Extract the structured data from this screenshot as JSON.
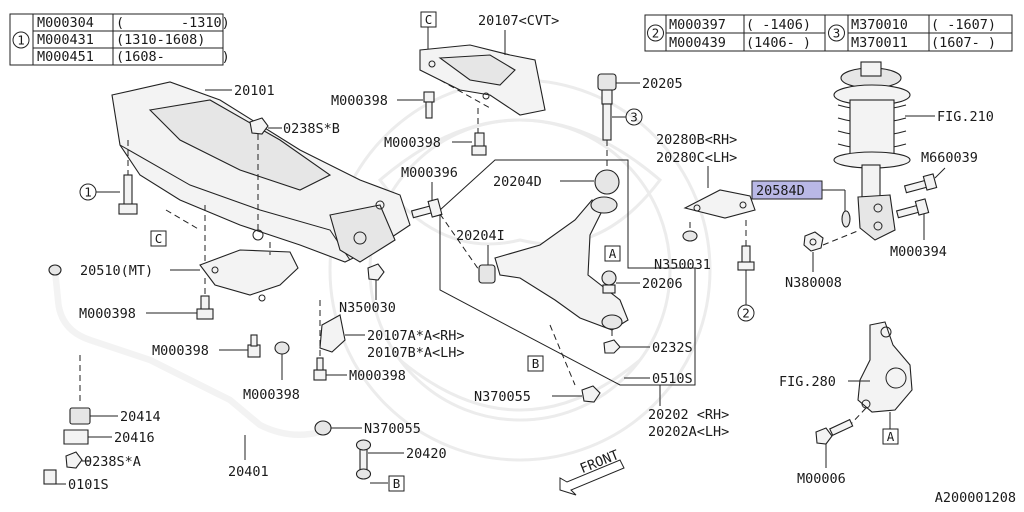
{
  "table_left": {
    "callout": "1",
    "rows": [
      {
        "part": "M000304",
        "range": "(       -1310)"
      },
      {
        "part": "M000431",
        "range": "(1310-1608)"
      },
      {
        "part": "M000451",
        "range": "(1608-       )"
      }
    ]
  },
  "table_right": {
    "group2": {
      "callout": "2",
      "rows": [
        {
          "part": "M000397",
          "range": "( -1406)"
        },
        {
          "part": "M000439",
          "range": "(1406- )"
        }
      ]
    },
    "group3": {
      "callout": "3",
      "rows": [
        {
          "part": "M370010",
          "range": "( -1607)"
        },
        {
          "part": "M370011",
          "range": "(1607- )"
        }
      ]
    }
  },
  "labels": {
    "p20101": "20101",
    "p0238sb": "0238S*B",
    "pC_top": "C",
    "p20107cvt": "20107<CVT>",
    "pM000398_a": "M000398",
    "pM000398_b": "M000398",
    "p20205": "20205",
    "c3": "3",
    "p20280b": "20280B<RH>",
    "p20280c": "20280C<LH>",
    "pFIG210": "FIG.210",
    "pM660039": "M660039",
    "p20584d": "20584D",
    "pM000394": "M000394",
    "pN380008": "N380008",
    "pN350031": "N350031",
    "pM000396": "M000396",
    "p20204d": "20204D",
    "p20204i": "20204I",
    "pA_mid": "A",
    "p20206": "20206",
    "c1": "1",
    "pC_left": "C",
    "p20510mt": "20510(MT)",
    "pN350030": "N350030",
    "pM000398_c": "M000398",
    "p20107aa": "20107A*A<RH>",
    "p20107ba": "20107B*A<LH>",
    "pM000398_d": "M000398",
    "pM000398_e": "M000398",
    "pM000398_f": "M000398",
    "p0232s": "0232S",
    "pB_mid": "B",
    "p0510s": "0510S",
    "pN370055_a": "N370055",
    "p20202": "20202 <RH>",
    "p20202a": "20202A<LH>",
    "c2": "2",
    "p20414": "20414",
    "p20416": "20416",
    "p0238sa": "0238S*A",
    "p0101s": "0101S",
    "p20401": "20401",
    "pN370055_b": "N370055",
    "p20420": "20420",
    "pB_bot": "B",
    "pFRONT": "FRONT",
    "pFIG280": "FIG.280",
    "pA_bot": "A",
    "pM00006": "M00006",
    "ref": "A200001208"
  },
  "colors": {
    "highlight": "#b9b8e6",
    "ink": "#1a1a1a"
  }
}
